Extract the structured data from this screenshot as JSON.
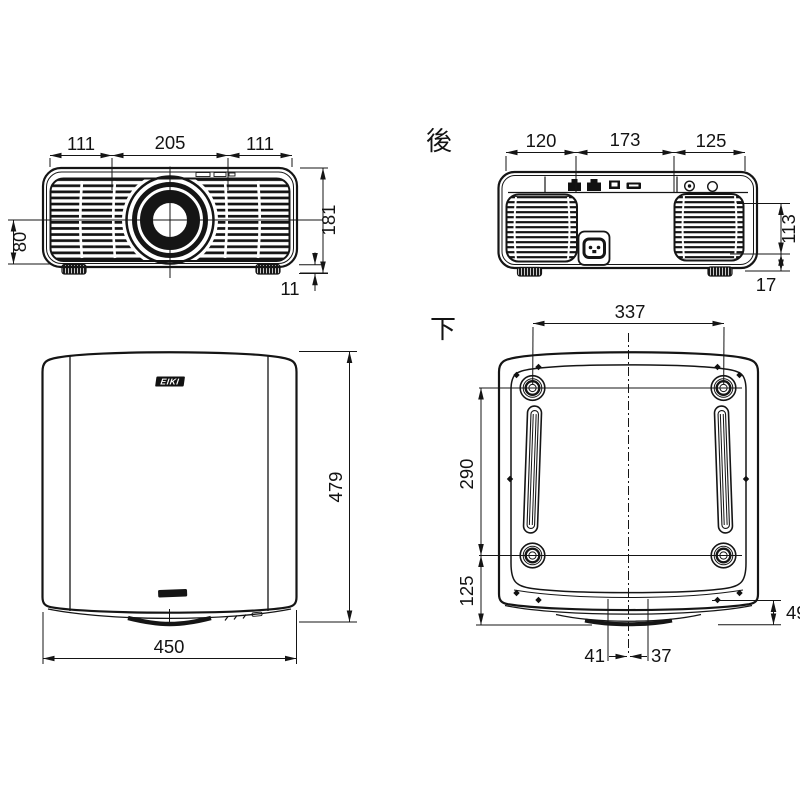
{
  "document": {
    "type": "projector-dimension-drawing",
    "colors": {
      "ink": "#151515",
      "paper": "#ffffff"
    }
  },
  "views": {
    "front": {
      "dim_width_left": "111",
      "dim_width_center": "205",
      "dim_width_right": "111",
      "dim_height": "181",
      "dim_lens_height": "80",
      "dim_foot": "11"
    },
    "rear": {
      "view_label": "後",
      "dim_left": "120",
      "dim_center": "173",
      "dim_right": "125",
      "dim_side": "113",
      "dim_foot": "17"
    },
    "top": {
      "logo_text": "EIKI",
      "dim_depth": "479",
      "dim_width": "450"
    },
    "bottom": {
      "view_label": "下",
      "dim_feet_width": "337",
      "dim_feet_depth": "290",
      "dim_front": "125",
      "dim_edge": "49",
      "dim_lens_left": "41",
      "dim_lens_right": "37"
    }
  }
}
